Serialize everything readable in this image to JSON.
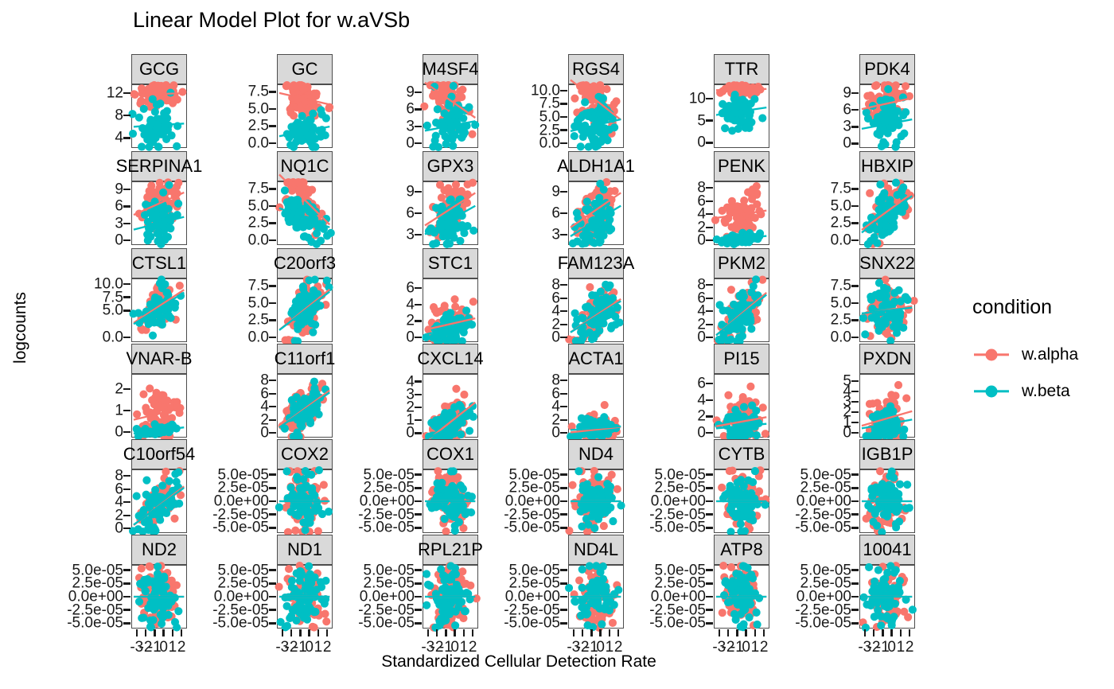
{
  "title": "Linear Model Plot for w.aVSb",
  "axes": {
    "ylabel": "logcounts",
    "xlabel": "Standardized Cellular Detection Rate",
    "x_ticks": [
      "-3",
      "-2",
      "-1",
      "0",
      "1",
      "2"
    ],
    "x_tick_values": [
      -3,
      -2,
      -1,
      0,
      1,
      2
    ],
    "xlim": [
      -3.6,
      2.6
    ]
  },
  "legend": {
    "title": "condition",
    "items": [
      {
        "label": "w.alpha",
        "color": "#F8766D"
      },
      {
        "label": "w.beta",
        "color": "#00BFC4"
      }
    ]
  },
  "colors": {
    "alpha": "#F8766D",
    "beta": "#00BFC4",
    "strip_fill": "#D9D9D9",
    "panel_border": "#4D4D4D",
    "background": "#FFFFFF"
  },
  "chart_data": {
    "type": "scatter",
    "title": "Linear Model Plot for w.aVSb",
    "xlabel": "Standardized Cellular Detection Rate",
    "ylabel": "logcounts",
    "facet_rows": 6,
    "facet_cols": 6,
    "legend_position": "right",
    "grid": false,
    "series_names": [
      "w.alpha",
      "w.beta"
    ],
    "facets": [
      {
        "label": "GCG",
        "y_ticks": [
          "12",
          "8",
          "4"
        ],
        "y_values": [
          12,
          8,
          4
        ],
        "ylim": [
          2.2,
          13.6
        ],
        "alpha_mean": 12.0,
        "beta_mean": 6.3,
        "alpha_slope": 0.05,
        "beta_slope": 0.1,
        "alpha_spread": 0.9,
        "beta_spread": 2.0,
        "alpha_n": 70,
        "beta_n": 70
      },
      {
        "label": "GC",
        "y_ticks": [
          "7.5",
          "5.0",
          "2.5",
          "0.0"
        ],
        "y_values": [
          7.5,
          5.0,
          2.5,
          0.0
        ],
        "ylim": [
          -0.7,
          8.6
        ],
        "alpha_mean": 6.4,
        "beta_mean": 1.8,
        "alpha_slope": -0.3,
        "beta_slope": 0.25,
        "alpha_spread": 1.4,
        "beta_spread": 1.3,
        "alpha_n": 70,
        "beta_n": 70
      },
      {
        "label": "M4SF4",
        "y_ticks": [
          "9",
          "6",
          "3",
          "0"
        ],
        "y_values": [
          9,
          6,
          3,
          0
        ],
        "ylim": [
          -0.8,
          10.4
        ],
        "alpha_mean": 7.1,
        "beta_mean": 3.2,
        "alpha_slope": -1.1,
        "beta_slope": 0.3,
        "alpha_spread": 1.9,
        "beta_spread": 2.1,
        "alpha_n": 70,
        "beta_n": 70
      },
      {
        "label": "RGS4",
        "y_ticks": [
          "10.0",
          "7.5",
          "5.0",
          "2.5",
          "0.0"
        ],
        "y_values": [
          10.0,
          7.5,
          5.0,
          2.5,
          0.0
        ],
        "ylim": [
          -0.9,
          11.2
        ],
        "alpha_mean": 7.6,
        "beta_mean": 3.6,
        "alpha_slope": -1.35,
        "beta_slope": 0.4,
        "alpha_spread": 2.3,
        "beta_spread": 2.4,
        "alpha_n": 70,
        "beta_n": 70
      },
      {
        "label": "TTR",
        "y_ticks": [
          "10",
          "5",
          "0"
        ],
        "y_values": [
          10,
          5,
          0
        ],
        "ylim": [
          -1.2,
          13.2
        ],
        "alpha_mean": 12.2,
        "beta_mean": 7.3,
        "alpha_slope": 0.05,
        "beta_slope": 0.3,
        "alpha_spread": 0.7,
        "beta_spread": 1.9,
        "alpha_n": 70,
        "beta_n": 70
      },
      {
        "label": "PDK4",
        "y_ticks": [
          "9",
          "6",
          "3",
          "0"
        ],
        "y_values": [
          9,
          6,
          3,
          0
        ],
        "ylim": [
          -0.8,
          10.6
        ],
        "alpha_mean": 7.4,
        "beta_mean": 3.6,
        "alpha_slope": 0.35,
        "beta_slope": 0.3,
        "alpha_spread": 2.0,
        "beta_spread": 2.2,
        "alpha_n": 70,
        "beta_n": 70
      },
      {
        "label": "SERPINA1",
        "y_ticks": [
          "9",
          "6",
          "3",
          "0"
        ],
        "y_values": [
          9,
          6,
          3,
          0
        ],
        "ylim": [
          -0.8,
          10.4
        ],
        "alpha_mean": 6.9,
        "beta_mean": 3.2,
        "alpha_slope": 0.7,
        "beta_slope": 0.4,
        "alpha_spread": 2.1,
        "beta_spread": 2.0,
        "alpha_n": 70,
        "beta_n": 70
      },
      {
        "label": "NQ1C",
        "y_ticks": [
          "7.5",
          "5.0",
          "2.5",
          "0.0"
        ],
        "y_values": [
          7.5,
          5.0,
          2.5,
          0.0
        ],
        "ylim": [
          -0.7,
          8.6
        ],
        "alpha_mean": 5.3,
        "beta_mean": 3.0,
        "alpha_slope": -1.3,
        "beta_slope": -0.5,
        "alpha_spread": 1.8,
        "beta_spread": 1.8,
        "alpha_n": 70,
        "beta_n": 70
      },
      {
        "label": "GPX3",
        "y_ticks": [
          "9",
          "6",
          "3"
        ],
        "y_values": [
          9,
          6,
          3
        ],
        "ylim": [
          1.6,
          10.4
        ],
        "alpha_mean": 7.0,
        "beta_mean": 5.4,
        "alpha_slope": 0.8,
        "beta_slope": 0.7,
        "alpha_spread": 1.6,
        "beta_spread": 1.7,
        "alpha_n": 70,
        "beta_n": 70
      },
      {
        "label": "ALDH1A1",
        "y_ticks": [
          "9",
          "6",
          "3"
        ],
        "y_values": [
          9,
          6,
          3
        ],
        "ylim": [
          1.6,
          10.4
        ],
        "alpha_mean": 6.9,
        "beta_mean": 5.3,
        "alpha_slope": 0.85,
        "beta_slope": 0.75,
        "alpha_spread": 1.6,
        "beta_spread": 1.8,
        "alpha_n": 70,
        "beta_n": 70
      },
      {
        "label": "PENK",
        "y_ticks": [
          "8",
          "6",
          "4",
          "2",
          "0"
        ],
        "y_values": [
          8,
          6,
          4,
          2,
          0
        ],
        "ylim": [
          -0.7,
          9.0
        ],
        "alpha_mean": 4.1,
        "beta_mean": 0.25,
        "alpha_slope": 0.2,
        "beta_slope": 0.15,
        "alpha_spread": 1.6,
        "beta_spread": 0.3,
        "alpha_n": 70,
        "beta_n": 70
      },
      {
        "label": "HBXIP",
        "y_ticks": [
          "7.5",
          "5.0",
          "2.5",
          "0.0"
        ],
        "y_values": [
          7.5,
          5.0,
          2.5,
          0.0
        ],
        "ylim": [
          -0.7,
          8.6
        ],
        "alpha_mean": 4.7,
        "beta_mean": 4.3,
        "alpha_slope": 0.95,
        "beta_slope": 0.95,
        "alpha_spread": 1.7,
        "beta_spread": 1.8,
        "alpha_n": 70,
        "beta_n": 70
      },
      {
        "label": "CTSL1",
        "y_ticks": [
          "10.0",
          "7.5",
          "5.0",
          "0.0"
        ],
        "y_values": [
          10.0,
          7.5,
          5.0,
          0.0
        ],
        "ylim": [
          -0.9,
          11.0
        ],
        "alpha_mean": 6.4,
        "beta_mean": 6.0,
        "alpha_slope": 1.1,
        "beta_slope": 1.05,
        "alpha_spread": 2.0,
        "beta_spread": 2.0,
        "alpha_n": 70,
        "beta_n": 70
      },
      {
        "label": "C20orf3",
        "y_ticks": [
          "7.5",
          "5.0",
          "2.5",
          "0.0"
        ],
        "y_values": [
          7.5,
          5.0,
          2.5,
          0.0
        ],
        "ylim": [
          -0.7,
          8.6
        ],
        "alpha_mean": 4.6,
        "beta_mean": 4.4,
        "alpha_slope": 1.05,
        "beta_slope": 1.0,
        "alpha_spread": 1.8,
        "beta_spread": 1.8,
        "alpha_n": 70,
        "beta_n": 70
      },
      {
        "label": "STC1",
        "y_ticks": [
          "6",
          "4",
          "2",
          "0"
        ],
        "y_values": [
          6,
          4,
          2,
          0
        ],
        "ylim": [
          -0.6,
          7.2
        ],
        "alpha_mean": 1.7,
        "beta_mean": 1.1,
        "alpha_slope": 0.25,
        "beta_slope": 0.25,
        "alpha_spread": 1.5,
        "beta_spread": 1.1,
        "alpha_n": 70,
        "beta_n": 70
      },
      {
        "label": "FAM123A",
        "y_ticks": [
          "8",
          "6",
          "4",
          "2",
          "0"
        ],
        "y_values": [
          8,
          6,
          4,
          2,
          0
        ],
        "ylim": [
          -0.7,
          9.0
        ],
        "alpha_mean": 3.8,
        "beta_mean": 3.6,
        "alpha_slope": 0.9,
        "beta_slope": 0.85,
        "alpha_spread": 1.8,
        "beta_spread": 1.8,
        "alpha_n": 70,
        "beta_n": 70
      },
      {
        "label": "PKM2",
        "y_ticks": [
          "8",
          "6",
          "4",
          "2",
          "0"
        ],
        "y_values": [
          8,
          6,
          4,
          2,
          0
        ],
        "ylim": [
          -0.7,
          9.0
        ],
        "alpha_mean": 4.2,
        "beta_mean": 4.0,
        "alpha_slope": 1.15,
        "beta_slope": 1.1,
        "alpha_spread": 1.7,
        "beta_spread": 1.8,
        "alpha_n": 70,
        "beta_n": 70
      },
      {
        "label": "SNX22",
        "y_ticks": [
          "7.5",
          "5.0",
          "2.5",
          "0.0"
        ],
        "y_values": [
          7.5,
          5.0,
          2.5,
          0.0
        ],
        "ylim": [
          -0.7,
          8.6
        ],
        "alpha_mean": 4.1,
        "beta_mean": 4.0,
        "alpha_slope": 0.2,
        "beta_slope": 0.15,
        "alpha_spread": 1.7,
        "beta_spread": 1.7,
        "alpha_n": 70,
        "beta_n": 70
      },
      {
        "label": "VNAR-B",
        "y_ticks": [
          "2",
          "1",
          "0"
        ],
        "y_values": [
          2,
          1,
          0
        ],
        "ylim": [
          -0.25,
          2.7
        ],
        "alpha_mean": 0.9,
        "beta_mean": 0.08,
        "alpha_slope": 0.1,
        "beta_slope": 0.05,
        "alpha_spread": 0.6,
        "beta_spread": 0.1,
        "alpha_n": 70,
        "beta_n": 70
      },
      {
        "label": "C11orf1",
        "y_ticks": [
          "8",
          "6",
          "4",
          "2",
          "0"
        ],
        "y_values": [
          8,
          6,
          4,
          2,
          0
        ],
        "ylim": [
          -0.7,
          9.0
        ],
        "alpha_mean": 4.2,
        "beta_mean": 4.0,
        "alpha_slope": 1.0,
        "beta_slope": 0.95,
        "alpha_spread": 1.6,
        "beta_spread": 1.6,
        "alpha_n": 70,
        "beta_n": 70
      },
      {
        "label": "CXCL14",
        "y_ticks": [
          "4",
          "3",
          "2",
          "1",
          "0"
        ],
        "y_values": [
          4,
          3,
          2,
          1,
          0
        ],
        "ylim": [
          -0.35,
          4.6
        ],
        "alpha_mean": 1.1,
        "beta_mean": 0.6,
        "alpha_slope": 0.55,
        "beta_slope": 0.35,
        "alpha_spread": 1.0,
        "beta_spread": 0.8,
        "alpha_n": 70,
        "beta_n": 70
      },
      {
        "label": "ACTA1",
        "y_ticks": [
          "8",
          "6",
          "4",
          "2",
          "0"
        ],
        "y_values": [
          8,
          6,
          4,
          2,
          0
        ],
        "ylim": [
          -0.7,
          9.0
        ],
        "alpha_mean": 0.5,
        "beta_mean": 0.7,
        "alpha_slope": 0.15,
        "beta_slope": 0.1,
        "alpha_spread": 1.1,
        "beta_spread": 0.8,
        "alpha_n": 70,
        "beta_n": 70
      },
      {
        "label": "PI15",
        "y_ticks": [
          "6",
          "4",
          "2",
          "0"
        ],
        "y_values": [
          6,
          4,
          2,
          0
        ],
        "ylim": [
          -0.6,
          7.2
        ],
        "alpha_mean": 1.4,
        "beta_mean": 0.8,
        "alpha_slope": 0.2,
        "beta_slope": 0.1,
        "alpha_spread": 1.4,
        "beta_spread": 1.1,
        "alpha_n": 70,
        "beta_n": 70
      },
      {
        "label": "PXDN",
        "y_ticks": [
          "5",
          "4",
          "3",
          "2",
          "1",
          "0"
        ],
        "y_values": [
          5,
          4,
          3,
          2,
          1,
          0
        ],
        "ylim": [
          -0.45,
          5.7
        ],
        "alpha_mean": 1.5,
        "beta_mean": 0.9,
        "alpha_slope": 0.25,
        "beta_slope": 0.15,
        "alpha_spread": 1.2,
        "beta_spread": 1.0,
        "alpha_n": 70,
        "beta_n": 70
      },
      {
        "label": "C10orf54",
        "y_ticks": [
          "8",
          "6",
          "4",
          "2",
          "0"
        ],
        "y_values": [
          8,
          6,
          4,
          2,
          0
        ],
        "ylim": [
          -0.7,
          9.0
        ],
        "alpha_mean": 4.0,
        "beta_mean": 3.9,
        "alpha_slope": 1.05,
        "beta_slope": 1.0,
        "alpha_spread": 1.7,
        "beta_spread": 1.7,
        "alpha_n": 70,
        "beta_n": 70
      },
      {
        "label": "COX2",
        "y_ticks": [
          "5.0e-05",
          "2.5e-05",
          "0.0e+00",
          "-2.5e-05",
          "-5.0e-05"
        ],
        "y_values": [
          5e-05,
          2.5e-05,
          0,
          -2.5e-05,
          -5e-05
        ],
        "ylim": [
          -6e-05,
          6e-05
        ],
        "alpha_mean": 0,
        "beta_mean": 0,
        "alpha_slope": 0,
        "beta_slope": 0,
        "alpha_spread": 2.8e-05,
        "beta_spread": 2.5e-05,
        "alpha_n": 70,
        "beta_n": 70
      },
      {
        "label": "COX1",
        "y_ticks": [
          "5.0e-05",
          "2.5e-05",
          "0.0e+00",
          "-2.5e-05",
          "-5.0e-05"
        ],
        "y_values": [
          5e-05,
          2.5e-05,
          0,
          -2.5e-05,
          -5e-05
        ],
        "ylim": [
          -6e-05,
          6e-05
        ],
        "alpha_mean": 0,
        "beta_mean": 0,
        "alpha_slope": 0,
        "beta_slope": 0,
        "alpha_spread": 2.8e-05,
        "beta_spread": 2.5e-05,
        "alpha_n": 70,
        "beta_n": 70
      },
      {
        "label": "ND4",
        "y_ticks": [
          "5.0e-05",
          "2.5e-05",
          "0.0e+00",
          "-2.5e-05",
          "-5.0e-05"
        ],
        "y_values": [
          5e-05,
          2.5e-05,
          0,
          -2.5e-05,
          -5e-05
        ],
        "ylim": [
          -6e-05,
          6e-05
        ],
        "alpha_mean": 0,
        "beta_mean": 0,
        "alpha_slope": 0,
        "beta_slope": 0,
        "alpha_spread": 2.8e-05,
        "beta_spread": 2.5e-05,
        "alpha_n": 70,
        "beta_n": 70
      },
      {
        "label": "CYTB",
        "y_ticks": [
          "5.0e-05",
          "2.5e-05",
          "0.0e+00",
          "-2.5e-05",
          "-5.0e-05"
        ],
        "y_values": [
          5e-05,
          2.5e-05,
          0,
          -2.5e-05,
          -5e-05
        ],
        "ylim": [
          -6e-05,
          6e-05
        ],
        "alpha_mean": 0,
        "beta_mean": 0,
        "alpha_slope": 0,
        "beta_slope": 0,
        "alpha_spread": 2.8e-05,
        "beta_spread": 2.5e-05,
        "alpha_n": 70,
        "beta_n": 70
      },
      {
        "label": "IGB1P",
        "y_ticks": [
          "5.0e-05",
          "2.5e-05",
          "0.0e+00",
          "-2.5e-05",
          "-5.0e-05"
        ],
        "y_values": [
          5e-05,
          2.5e-05,
          0,
          -2.5e-05,
          -5e-05
        ],
        "ylim": [
          -6e-05,
          6e-05
        ],
        "alpha_mean": 0,
        "beta_mean": 0,
        "alpha_slope": 0,
        "beta_slope": 0,
        "alpha_spread": 2.8e-05,
        "beta_spread": 2.5e-05,
        "alpha_n": 70,
        "beta_n": 70
      },
      {
        "label": "ND2",
        "y_ticks": [
          "5.0e-05",
          "2.5e-05",
          "0.0e+00",
          "-2.5e-05",
          "-5.0e-05"
        ],
        "y_values": [
          5e-05,
          2.5e-05,
          0,
          -2.5e-05,
          -5e-05
        ],
        "ylim": [
          -6e-05,
          6e-05
        ],
        "alpha_mean": 0,
        "beta_mean": 0,
        "alpha_slope": 0,
        "beta_slope": 0,
        "alpha_spread": 3e-05,
        "beta_spread": 2.7e-05,
        "alpha_n": 70,
        "beta_n": 70
      },
      {
        "label": "ND1",
        "y_ticks": [
          "5.0e-05",
          "2.5e-05",
          "0.0e+00",
          "-2.5e-05",
          "-5.0e-05"
        ],
        "y_values": [
          5e-05,
          2.5e-05,
          0,
          -2.5e-05,
          -5e-05
        ],
        "ylim": [
          -6e-05,
          6e-05
        ],
        "alpha_mean": 0,
        "beta_mean": 0,
        "alpha_slope": 0,
        "beta_slope": 0,
        "alpha_spread": 3e-05,
        "beta_spread": 2.7e-05,
        "alpha_n": 70,
        "beta_n": 70
      },
      {
        "label": "RPL21P",
        "y_ticks": [
          "5.0e-05",
          "2.5e-05",
          "0.0e+00",
          "-2.5e-05",
          "-5.0e-05"
        ],
        "y_values": [
          5e-05,
          2.5e-05,
          0,
          -2.5e-05,
          -5e-05
        ],
        "ylim": [
          -6e-05,
          6e-05
        ],
        "alpha_mean": 0,
        "beta_mean": 0,
        "alpha_slope": 0,
        "beta_slope": 0,
        "alpha_spread": 3e-05,
        "beta_spread": 2.7e-05,
        "alpha_n": 70,
        "beta_n": 70
      },
      {
        "label": "ND4L",
        "y_ticks": [
          "5.0e-05",
          "2.5e-05",
          "0.0e+00",
          "-2.5e-05",
          "-5.0e-05"
        ],
        "y_values": [
          5e-05,
          2.5e-05,
          0,
          -2.5e-05,
          -5e-05
        ],
        "ylim": [
          -6e-05,
          6e-05
        ],
        "alpha_mean": 0,
        "beta_mean": 0,
        "alpha_slope": 0,
        "beta_slope": 0,
        "alpha_spread": 3e-05,
        "beta_spread": 2.7e-05,
        "alpha_n": 70,
        "beta_n": 70
      },
      {
        "label": "ATP8",
        "y_ticks": [
          "5.0e-05",
          "2.5e-05",
          "0.0e+00",
          "-2.5e-05",
          "-5.0e-05"
        ],
        "y_values": [
          5e-05,
          2.5e-05,
          0,
          -2.5e-05,
          -5e-05
        ],
        "ylim": [
          -6e-05,
          6e-05
        ],
        "alpha_mean": 0,
        "beta_mean": 0,
        "alpha_slope": 0,
        "beta_slope": 0,
        "alpha_spread": 3e-05,
        "beta_spread": 2.7e-05,
        "alpha_n": 70,
        "beta_n": 70
      },
      {
        "label": "10041",
        "y_ticks": [
          "5.0e-05",
          "2.5e-05",
          "0.0e+00",
          "-2.5e-05",
          "-5.0e-05"
        ],
        "y_values": [
          5e-05,
          2.5e-05,
          0,
          -2.5e-05,
          -5e-05
        ],
        "ylim": [
          -6e-05,
          6e-05
        ],
        "alpha_mean": 0,
        "beta_mean": 0,
        "alpha_slope": 0,
        "beta_slope": 0,
        "alpha_spread": 3e-05,
        "beta_spread": 2.7e-05,
        "alpha_n": 70,
        "beta_n": 70
      }
    ]
  }
}
